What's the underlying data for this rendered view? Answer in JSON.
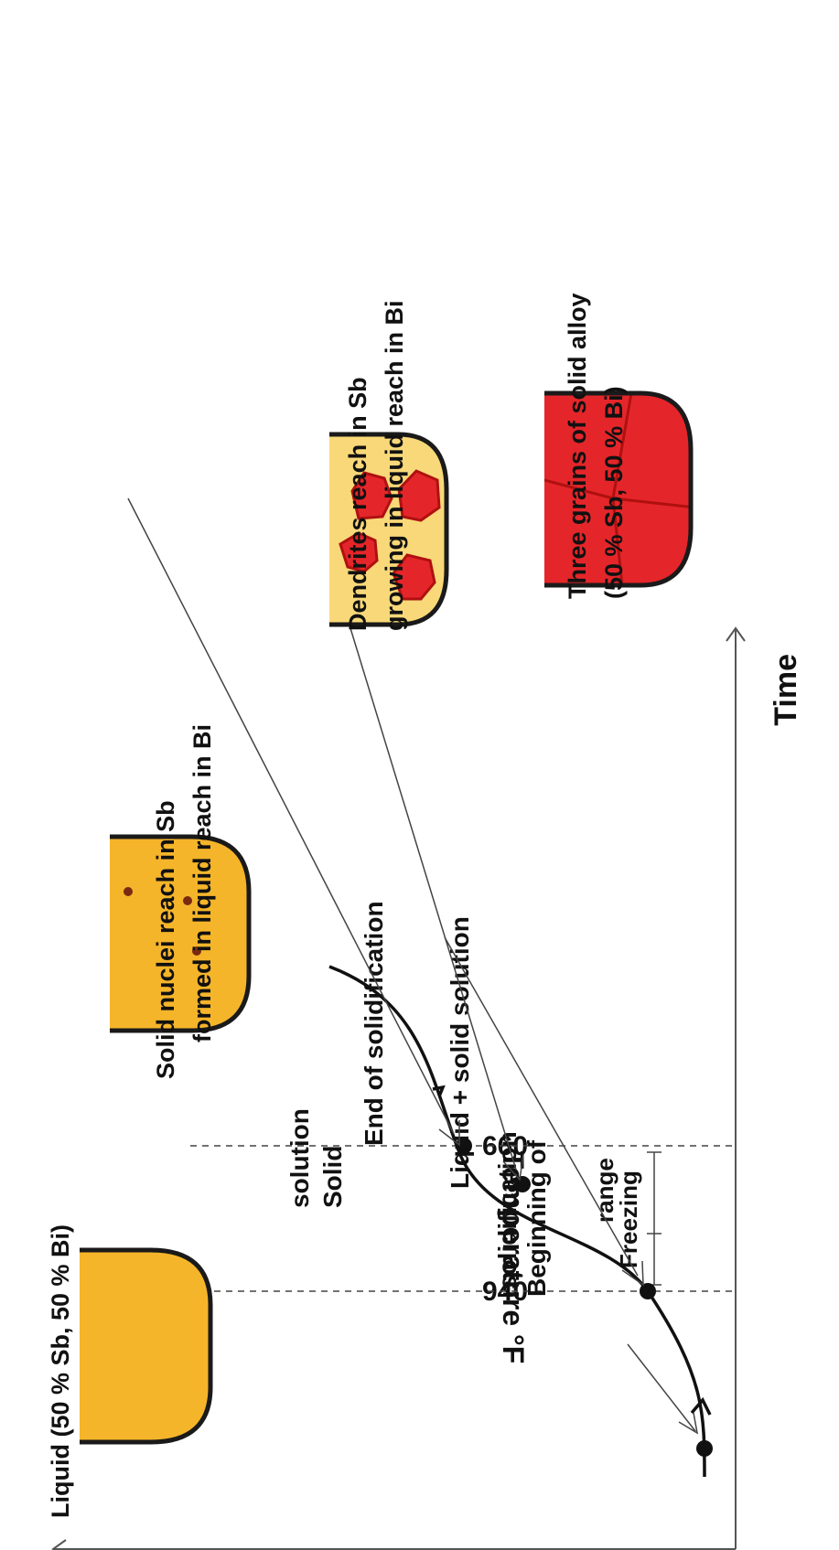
{
  "axes": {
    "x_label": "Time",
    "y_label": "Temperature °F",
    "ticks": [
      "940",
      "660"
    ]
  },
  "annotations": {
    "freezing_range": [
      "Freezing",
      "range"
    ],
    "beginning": [
      "Beginning of",
      "solidification"
    ],
    "liquid_solid": "Liquid + solid solution",
    "end": "End of solidification",
    "solid_solution": [
      "Solid",
      "solution"
    ]
  },
  "stages": [
    {
      "lines": [
        "Liquid (50 % Sb, 50 % Bi)"
      ]
    },
    {
      "lines": [
        "Solid nuclei reach in Sb",
        "formed in liquid reach in Bi"
      ]
    },
    {
      "lines": [
        "Dendrites reach in Sb",
        "growing in liquid reach in Bi"
      ]
    },
    {
      "lines": [
        "Three grains of solid alloy",
        "(50 % Sb, 50 % Bi)"
      ]
    }
  ],
  "colors": {
    "liquid": "#f5b52a",
    "liquid_light": "#f8d878",
    "solid": "#e4262a",
    "solid_dark": "#b01010",
    "outline": "#1a1a1a"
  }
}
